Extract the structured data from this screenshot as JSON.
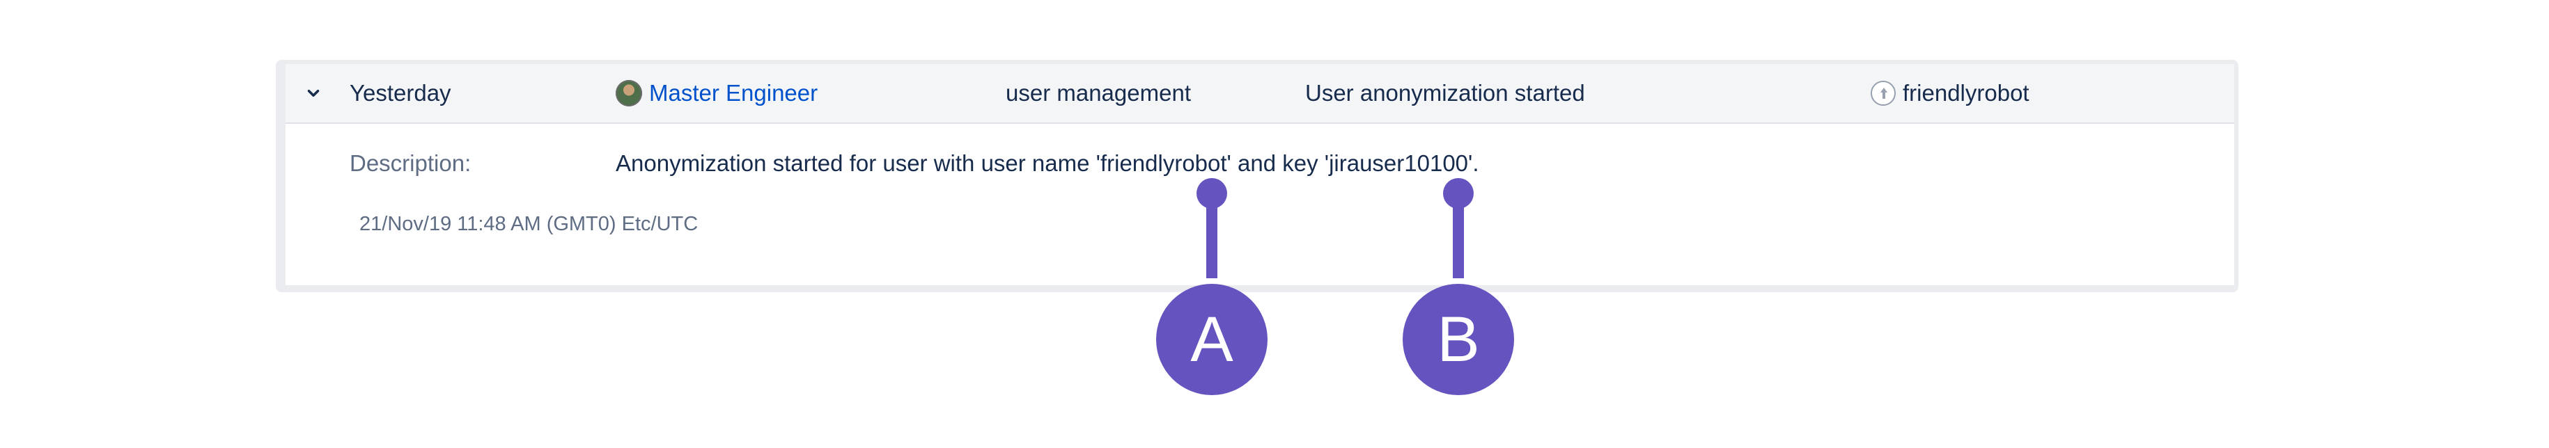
{
  "entry": {
    "date": "Yesterday",
    "author": "Master Engineer",
    "category": "user management",
    "summary": "User anonymization started",
    "object": "friendlyrobot",
    "description_label": "Description:",
    "description": "Anonymization started for user with user name 'friendlyrobot' and key 'jirauser10100'.",
    "timestamp": "21/Nov/19 11:48 AM (GMT0) Etc/UTC",
    "expand_icon": "chevron-down-icon",
    "author_icon": "avatar",
    "object_icon": "user-object-icon"
  },
  "callouts": [
    {
      "label": "A"
    },
    {
      "label": "B"
    }
  ],
  "colors": {
    "callout": "#6554c0",
    "link": "#0052cc",
    "header_bg": "#f4f5f7",
    "panel_border": "#ebecf0"
  }
}
